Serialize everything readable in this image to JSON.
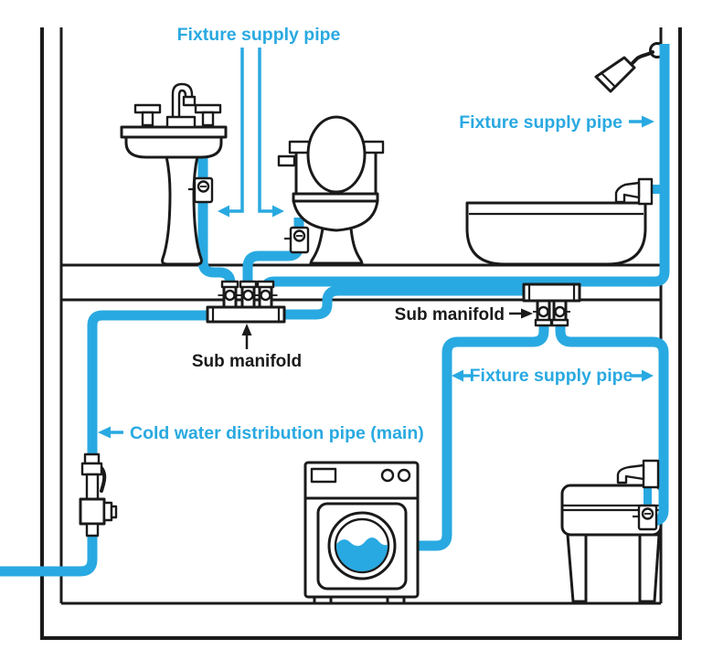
{
  "diagram": {
    "type": "home-cold-water-distribution-plumbing",
    "colors": {
      "pipe_blue": "#29A9E1",
      "line_black": "#1A1A1A",
      "background": "#FFFFFF"
    },
    "labels": {
      "fixture_supply_top": "Fixture supply pipe",
      "fixture_supply_shower": "Fixture supply pipe",
      "fixture_supply_laundry": "Fixture supply pipe",
      "sub_manifold_1": "Sub manifold",
      "sub_manifold_2": "Sub manifold",
      "cold_water_main": "Cold water distribution pipe (main)"
    },
    "fixtures": [
      "pedestal-sink",
      "toilet",
      "bathtub",
      "shower-head",
      "washing-machine",
      "laundry-sink",
      "main-shutoff-valve",
      "three-port-sub-manifold",
      "two-port-sub-manifold"
    ]
  }
}
